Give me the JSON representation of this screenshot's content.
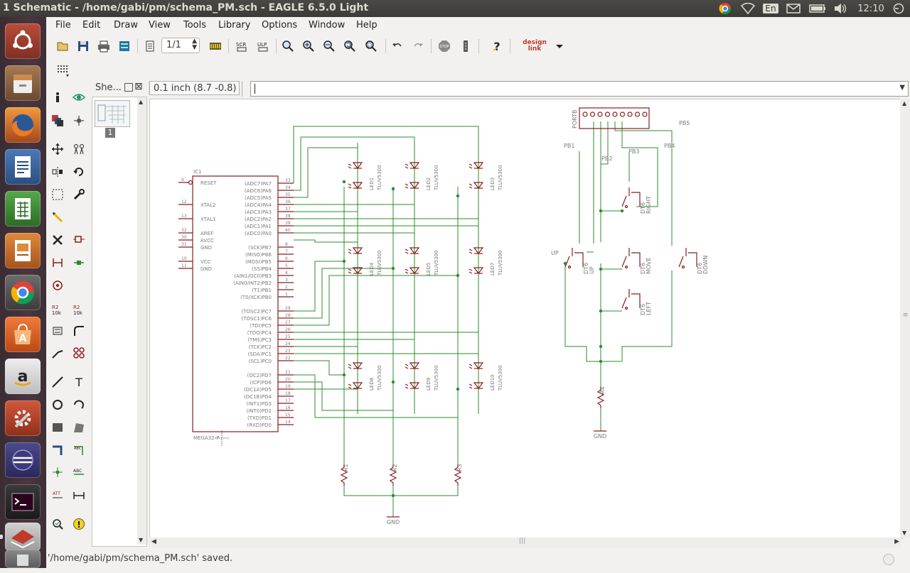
{
  "window": {
    "title": "1 Schematic - /home/gabi/pm/schema_PM.sch - EAGLE 6.5.0 Light"
  },
  "tray": {
    "keyboard": "En",
    "clock": "12:10"
  },
  "menu": [
    "File",
    "Edit",
    "Draw",
    "View",
    "Tools",
    "Library",
    "Options",
    "Window",
    "Help"
  ],
  "toolbar": {
    "page_value": "1/1",
    "brand": "design link"
  },
  "sheets": {
    "tab_label": "She...",
    "page_number": "1"
  },
  "coordinate": "0.1 inch (8.7 -0.8)",
  "command": {
    "value": ""
  },
  "status": "'/home/gabi/pm/schema_PM.sch' saved.",
  "colors": {
    "wire": "#2e8b2e",
    "part": "#8c1c1c",
    "label": "#808080",
    "panel": "#3c3b37",
    "launcher": "#4b3540"
  },
  "schematic": {
    "ic": {
      "name": "IC1",
      "value": "MEGA32-P",
      "left_pins": [
        {
          "label": "RESET",
          "num": "9"
        },
        {
          "label": "XTAL2",
          "num": "12"
        },
        {
          "label": "XTAL1",
          "num": "13"
        },
        {
          "label": "AREF",
          "num": "32"
        },
        {
          "label": "AVCC",
          "num": "30"
        },
        {
          "label": "GND",
          "num": "31"
        },
        {
          "label": "VCC",
          "num": "10"
        },
        {
          "label": "GND",
          "num": "11"
        }
      ],
      "right_pins": [
        {
          "label": "(ADC7)PA7",
          "num": "33"
        },
        {
          "label": "(ADC6)PA6",
          "num": "34"
        },
        {
          "label": "(ADC5)PA5",
          "num": "35"
        },
        {
          "label": "(ADC4)PA4",
          "num": "36"
        },
        {
          "label": "(ADC3)PA3",
          "num": "37"
        },
        {
          "label": "(ADC2)PA2",
          "num": "38"
        },
        {
          "label": "(ADC1)PA1",
          "num": "39"
        },
        {
          "label": "(ADC0)PA0",
          "num": "40"
        },
        {
          "label": "(SCK)PB7",
          "num": "8"
        },
        {
          "label": "(MISO)PB6",
          "num": "7"
        },
        {
          "label": "(MOSI)PB5",
          "num": "6"
        },
        {
          "label": "(SS)PB4",
          "num": "5"
        },
        {
          "label": "(AIN1/OC0)PB3",
          "num": "4"
        },
        {
          "label": "(AIN0/INT2)PB2",
          "num": "3"
        },
        {
          "label": "(T1)PB1",
          "num": "2"
        },
        {
          "label": "(T0/XCK)PB0",
          "num": "1"
        },
        {
          "label": "(TOSC2)PC7",
          "num": "29"
        },
        {
          "label": "(TOSC1)PC6",
          "num": "28"
        },
        {
          "label": "(TDI)PC5",
          "num": "27"
        },
        {
          "label": "(TDO)PC4",
          "num": "26"
        },
        {
          "label": "(TMS)PC3",
          "num": "25"
        },
        {
          "label": "(TCK)PC2",
          "num": "24"
        },
        {
          "label": "(SDA)PC1",
          "num": "23"
        },
        {
          "label": "(SCL)PC0",
          "num": "22"
        },
        {
          "label": "(OC2)PD7",
          "num": "21"
        },
        {
          "label": "(ICP)PD6",
          "num": "20"
        },
        {
          "label": "(OC1A)PD5",
          "num": "19"
        },
        {
          "label": "(OC1B)PD4",
          "num": "18"
        },
        {
          "label": "(INT1)PD3",
          "num": "17"
        },
        {
          "label": "(INT0)PD2",
          "num": "16"
        },
        {
          "label": "(TXD)PD1",
          "num": "15"
        },
        {
          "label": "(RXD)PD0",
          "num": "14"
        }
      ]
    },
    "leds": [
      {
        "name": "LED1",
        "value": "TLUV5300"
      },
      {
        "name": "LED2",
        "value": "TLUV5300"
      },
      {
        "name": "LED3",
        "value": "TLUV5300"
      },
      {
        "name": "LED4",
        "value": "TLUV5300"
      },
      {
        "name": "LED5",
        "value": "TLUV5300"
      },
      {
        "name": "LED7",
        "value": "TLUV5300"
      },
      {
        "name": "LED8",
        "value": "TLUV5300"
      },
      {
        "name": "LED9",
        "value": "TLUV5300"
      },
      {
        "name": "LED10",
        "value": "TLUV5300"
      }
    ],
    "resistors": [
      "R1",
      "R2",
      "R3",
      "R4"
    ],
    "gnd": "GND",
    "connector": "PORTB",
    "switches": [
      {
        "name": "RIGHT",
        "value": "DT6"
      },
      {
        "name": "UP",
        "value": "DT6"
      },
      {
        "name": "MOVE",
        "value": "DT6"
      },
      {
        "name": "DOWN",
        "value": "DT6"
      },
      {
        "name": "LEFT",
        "value": "DT6"
      }
    ],
    "net_labels": [
      "PB1",
      "PB2",
      "PB3",
      "PB4",
      "PB5"
    ]
  }
}
